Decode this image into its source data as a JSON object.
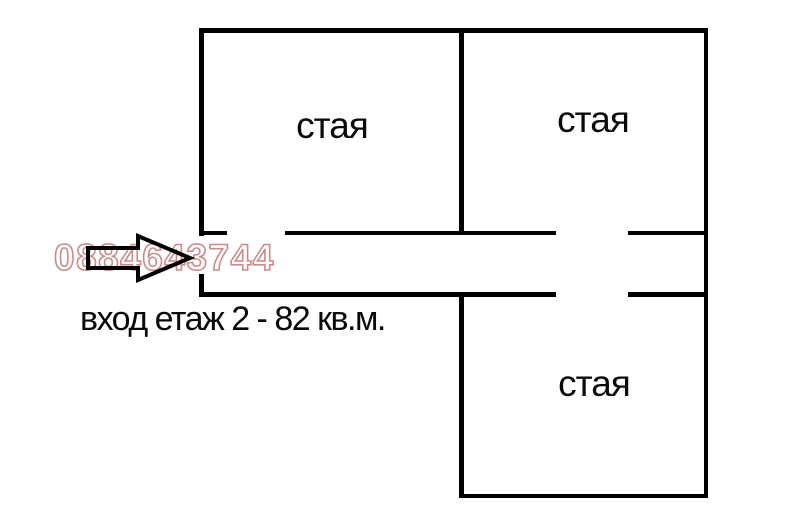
{
  "page": {
    "background_color": "#ffffff",
    "wall_color": "#000000"
  },
  "floor_plan": {
    "rooms": [
      {
        "id": "room-top-left",
        "label": "стая"
      },
      {
        "id": "room-top-right",
        "label": "стая"
      },
      {
        "id": "room-bottom",
        "label": "стая"
      }
    ],
    "caption": "вход етаж 2 - 82 кв.м.",
    "watermark": {
      "phone": "0884643744",
      "color": "#c98c8c"
    },
    "entrance_arrow_icon": "right-arrow-icon"
  }
}
